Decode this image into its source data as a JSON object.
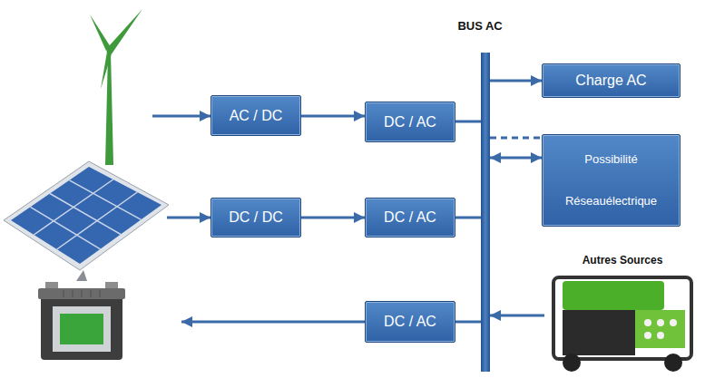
{
  "diagram": {
    "nodes": [
      {
        "text": [
          "BUS AC"
        ]
      },
      {
        "text": [
          "AC / DC"
        ]
      },
      {
        "text": [
          "DC / AC"
        ]
      },
      {
        "text": [
          "Charge AC"
        ]
      },
      {
        "text": [
          "Possibilité Réseauélectrique"
        ]
      },
      {
        "text": [
          "DC / DC"
        ]
      },
      {
        "text": [
          "DC / AC"
        ]
      },
      {
        "text": [
          "DC / AC"
        ]
      },
      {
        "text": [
          "Autres Sources"
        ]
      }
    ],
    "edges": [
      {
        "from": 1,
        "to": 2,
        "arrow": "to"
      },
      {
        "from": 2,
        "to": 0,
        "arrow": "none"
      },
      {
        "from": 0,
        "to": 3,
        "arrow": "to"
      },
      {
        "from": 0,
        "to": 4,
        "arrow": "none"
      },
      {
        "from": 0,
        "to": 4,
        "arrow": "both"
      },
      {
        "from": 5,
        "to": 6,
        "arrow": "to"
      },
      {
        "from": 6,
        "to": 0,
        "arrow": "none"
      },
      {
        "from": 0,
        "to": 7,
        "arrow": "none"
      },
      {
        "from": 8,
        "to": 0,
        "arrow": "to"
      }
    ]
  }
}
